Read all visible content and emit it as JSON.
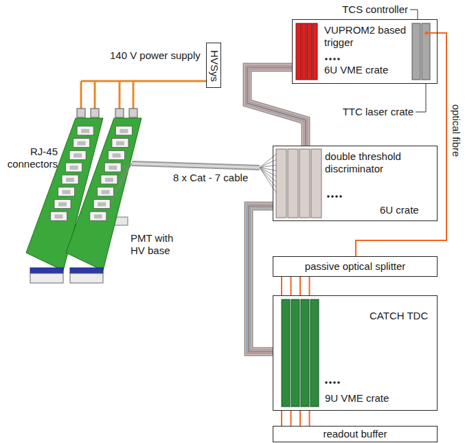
{
  "diagram": {
    "nodes": [
      {
        "text": [
          "HVSys"
        ]
      },
      {
        "text": [
          "VUPROM2 based trigger",
          "6U VME crate"
        ]
      },
      {
        "text": [
          "double threshold discriminator",
          "6U crate"
        ]
      },
      {
        "text": [
          "passive optical splitter"
        ]
      },
      {
        "text": [
          "CATCH TDC",
          "9U VME crate"
        ]
      },
      {
        "text": [
          "readout buffer"
        ]
      }
    ],
    "edges": [
      {
        "from": 1,
        "to": 2,
        "arrow": "none"
      },
      {
        "from": 2,
        "to": 4,
        "arrow": "none"
      },
      {
        "from": 1,
        "to": 3,
        "label": "optical fibre",
        "arrow": "none"
      },
      {
        "from": 3,
        "to": 4,
        "arrow": "none"
      },
      {
        "from": 4,
        "to": 5,
        "arrow": "none"
      }
    ],
    "labels": [
      "140 V power supply",
      "RJ-45 connectors",
      "8 x Cat - 7 cable",
      "PMT with HV base",
      "TCS controller",
      "TTC laser crate"
    ]
  }
}
